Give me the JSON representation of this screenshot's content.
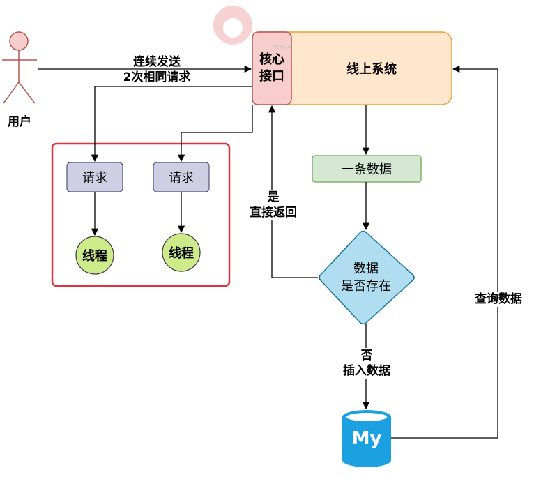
{
  "user": {
    "label": "用户"
  },
  "send_label": {
    "line1": "连续发送",
    "line2": "2次相同请求"
  },
  "core": {
    "line1": "核心",
    "line2": "接口"
  },
  "online_system": {
    "label": "线上系统"
  },
  "requests": [
    {
      "request": "请求",
      "thread": "线程"
    },
    {
      "request": "请求",
      "thread": "线程"
    }
  ],
  "record": {
    "label": "一条数据"
  },
  "decision": {
    "line1": "数据",
    "line2": "是否存在"
  },
  "yes_label": {
    "line1": "是",
    "line2": "直接返回"
  },
  "no_label": {
    "line1": "否",
    "line2": "插入数据"
  },
  "query_label": {
    "label": "查询数据"
  },
  "db": {
    "label": "My"
  },
  "watermark": {
    "label": "www"
  },
  "colors": {
    "request_fill": "#d0cee2",
    "thread_fill": "#cdeb8b",
    "record_fill": "#d5e8d4",
    "decision_fill": "#b1ddf0",
    "core_fill": "#f8cecc",
    "system_fill": "#ffe6cc",
    "db_fill": "#1ba1e2",
    "frame": "#e0323c"
  }
}
